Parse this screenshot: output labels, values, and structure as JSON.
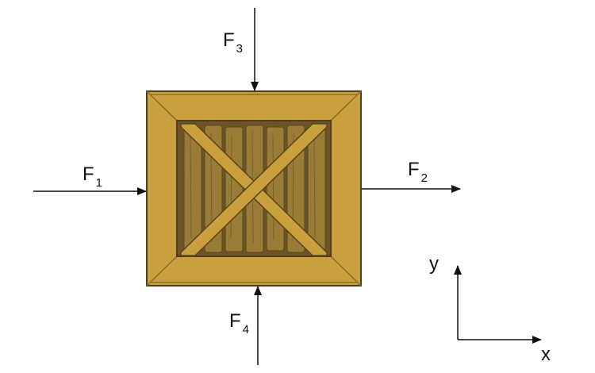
{
  "forces": {
    "f1": {
      "letter": "F",
      "sub": "1"
    },
    "f2": {
      "letter": "F",
      "sub": "2"
    },
    "f3": {
      "letter": "F",
      "sub": "3"
    },
    "f4": {
      "letter": "F",
      "sub": "4"
    }
  },
  "axes": {
    "x_label": "x",
    "y_label": "y"
  },
  "colors": {
    "crate_frame": "#C9A03D",
    "crate_inner": "#9A7C37",
    "crate_dark": "#6B5526",
    "crate_outline": "#4E3E1C",
    "arrow": "#111111"
  }
}
